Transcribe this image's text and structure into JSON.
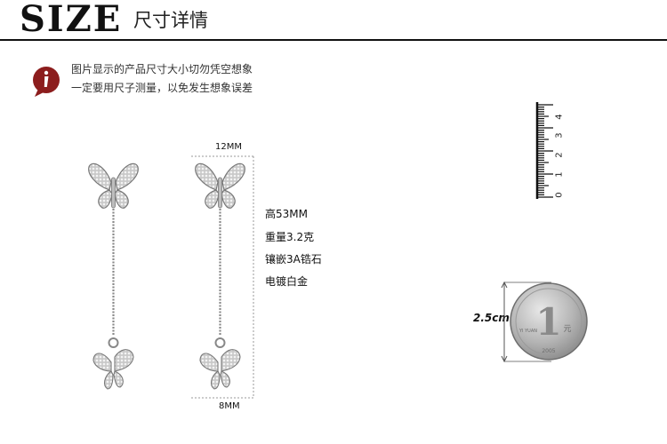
{
  "header": {
    "title_en": "SIZE",
    "title_cn": "尺寸详情"
  },
  "notice": {
    "icon": "info-speech-bubble-icon",
    "accent": "#8c1d1d",
    "line1": "图片显示的产品尺寸大小切勿凭空想象",
    "line2": "一定要用尺子测量，以免发生想象误差"
  },
  "product": {
    "width_label": "12MM",
    "bottom_label": "8MM",
    "specs": [
      "高53MM",
      "重量3.2克",
      "镶嵌3A锆石",
      "电镀白金"
    ]
  },
  "ruler": {
    "icon": "ruler-icon",
    "numbers": [
      "0",
      "1",
      "2",
      "3",
      "4"
    ]
  },
  "coin": {
    "icon": "one-yuan-coin-icon",
    "diameter_label": "2.5cm",
    "value_text": "1",
    "unit_text": "元",
    "pinyin": "YI YUAN",
    "year": "2005"
  }
}
